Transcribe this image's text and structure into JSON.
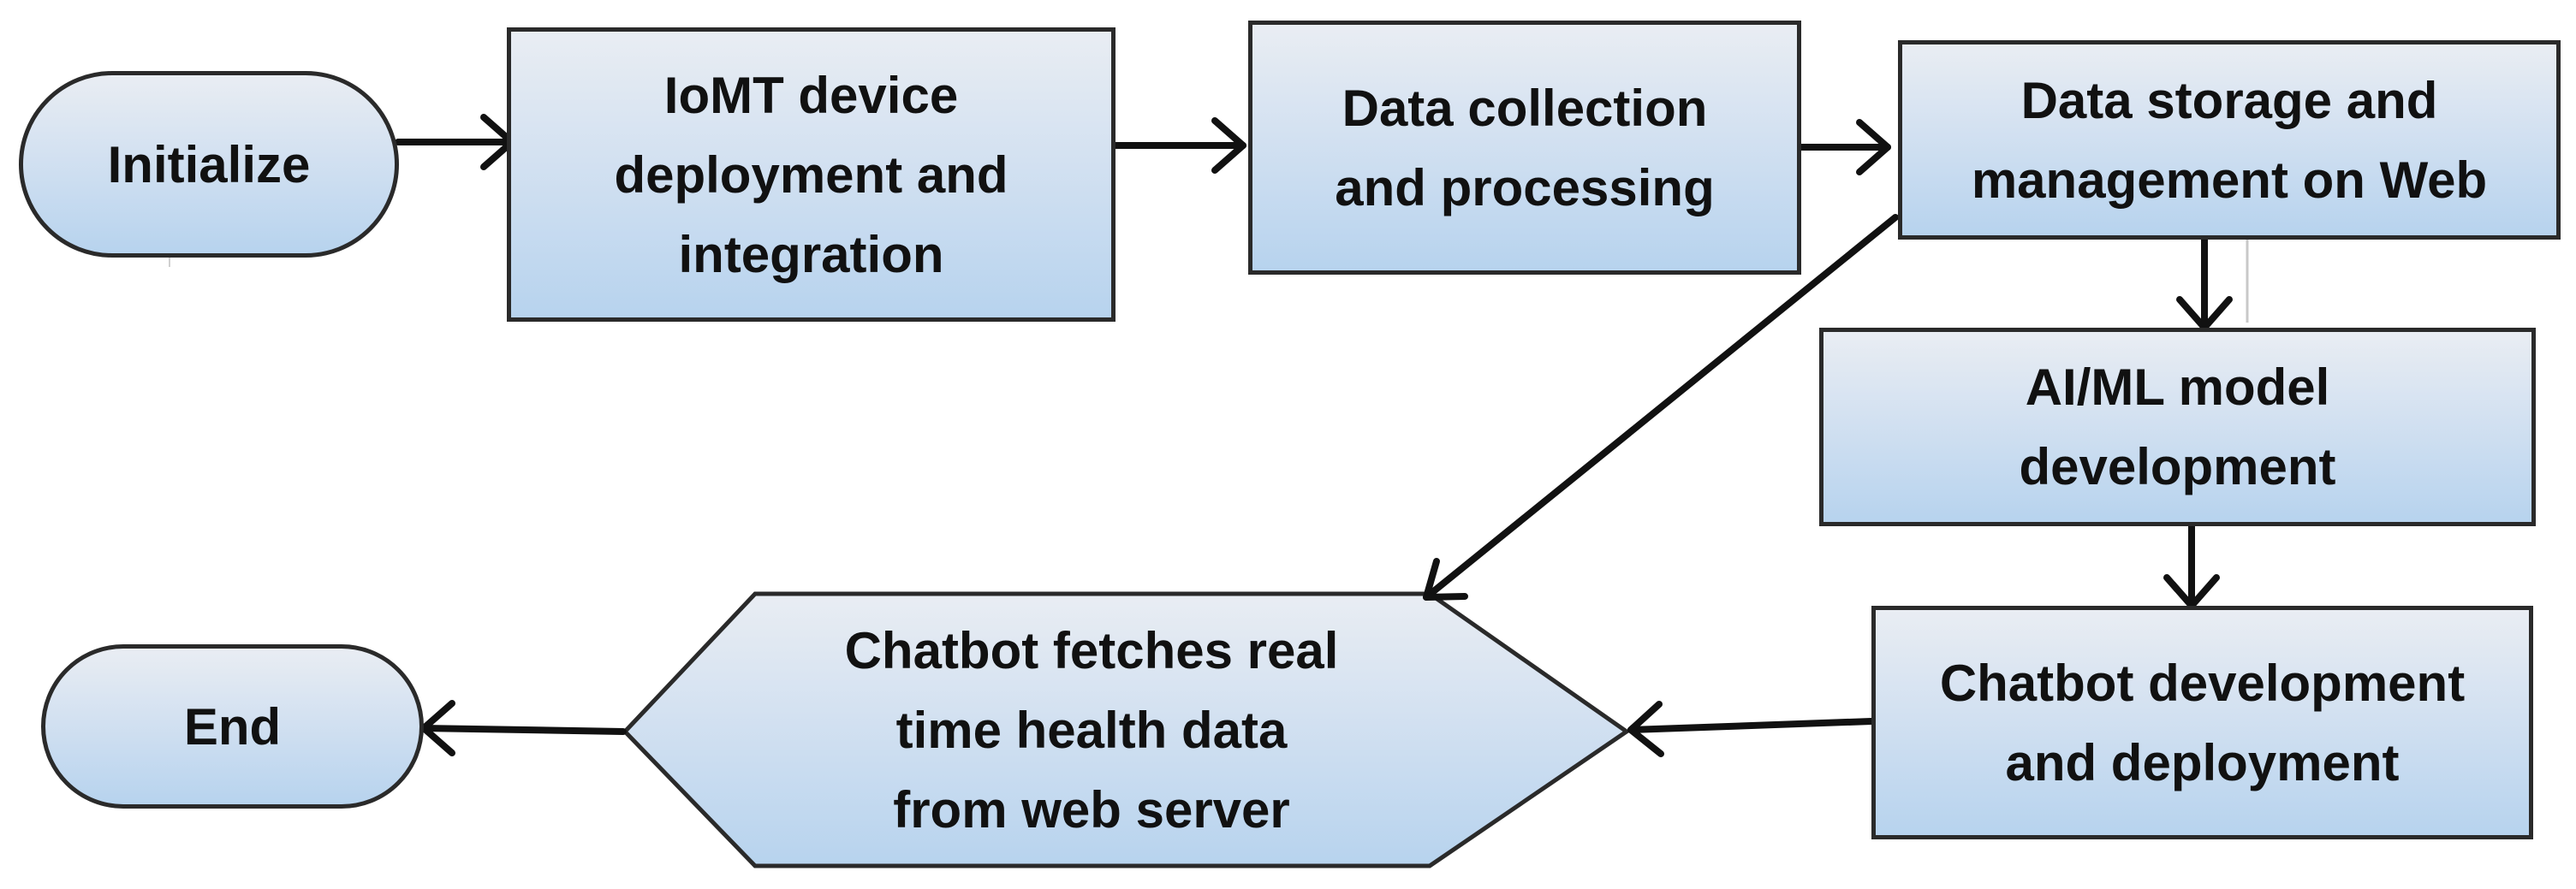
{
  "nodes": {
    "initialize": {
      "label": "Initialize"
    },
    "iomt": {
      "label": "IoMT device\ndeployment and\nintegration"
    },
    "collection": {
      "label": "Data collection\nand processing"
    },
    "storage": {
      "label": "Data storage and\nmanagement on Web"
    },
    "aiml": {
      "label": "AI/ML model\ndevelopment"
    },
    "chatbot_dev": {
      "label": "Chatbot development\nand deployment"
    },
    "chatbot_fetch": {
      "label": "Chatbot fetches real\ntime health data\nfrom web server"
    },
    "end": {
      "label": "End"
    }
  },
  "colors": {
    "stroke": "#2a2a2a",
    "fill_top": "#e9edf3",
    "fill_bottom": "#b7d3ee",
    "text": "#111111"
  }
}
